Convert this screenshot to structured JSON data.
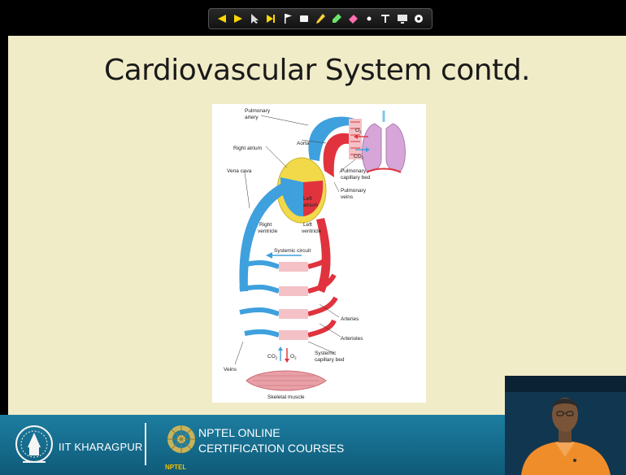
{
  "toolbar": {
    "tools": [
      {
        "name": "arrow-left-icon",
        "color": "#ffd700"
      },
      {
        "name": "arrow-right-icon",
        "color": "#ffd700"
      },
      {
        "name": "pointer-icon",
        "color": "#dcdcdc"
      },
      {
        "name": "next-slide-icon",
        "color": "#ffd700"
      },
      {
        "name": "flag-icon",
        "color": "#ffffff"
      },
      {
        "name": "ink-icon",
        "color": "#f5f5f5"
      },
      {
        "name": "pen-icon",
        "color": "#ffd23c"
      },
      {
        "name": "marker-icon",
        "color": "#6be36b"
      },
      {
        "name": "eraser-icon",
        "color": "#ff6fb0"
      },
      {
        "name": "laser-icon",
        "color": "#ffffff"
      },
      {
        "name": "text-icon",
        "color": "#ffffff"
      },
      {
        "name": "screen-icon",
        "color": "#e6e6e6"
      },
      {
        "name": "settings-icon",
        "color": "#ffffff"
      }
    ]
  },
  "slide": {
    "title": "Cardiovascular System contd.",
    "figure": {
      "labels": {
        "pulmonary_artery_1": "Pulmonary",
        "pulmonary_artery_2": "artery",
        "right_atrium": "Right atrium",
        "aorta": "Aorta",
        "vena_cava": "Vena cava",
        "pulmonary_capillary_bed_1": "Pulmonary",
        "pulmonary_capillary_bed_2": "capillary bed",
        "pulmonary_veins_1": "Pulmonary",
        "pulmonary_veins_2": "veins",
        "left_atrium_1": "Left",
        "left_atrium_2": "atrium",
        "right_ventricle_1": "Right",
        "right_ventricle_2": "ventricle",
        "left_ventricle_1": "Left",
        "left_ventricle_2": "ventricle",
        "systemic_circuit": "Systemic circuit",
        "arteries": "Arteries",
        "arterioles": "Arterioles",
        "veins": "Veins",
        "systemic_capillary_bed_1": "Systemic",
        "systemic_capillary_bed_2": "capillary bed",
        "o2_top": "O",
        "co2_top": "CO",
        "co2_bottom": "CO",
        "o2_bottom": "O",
        "subscript_2": "2",
        "skeletal_muscle": "Skeletal muscle"
      }
    }
  },
  "footer": {
    "institute": "IIT KHARAGPUR",
    "nptel_line1": "NPTEL ONLINE",
    "nptel_line2": "CERTIFICATION COURSES",
    "nptel_logo_text": "NPTEL",
    "colors": {
      "band": "#1d7ea1",
      "accent": "#f2c300"
    }
  },
  "colors": {
    "slide_background": "#f1ecc8",
    "venous_blue": "#3fa0de",
    "arterial_red": "#e0333d"
  }
}
